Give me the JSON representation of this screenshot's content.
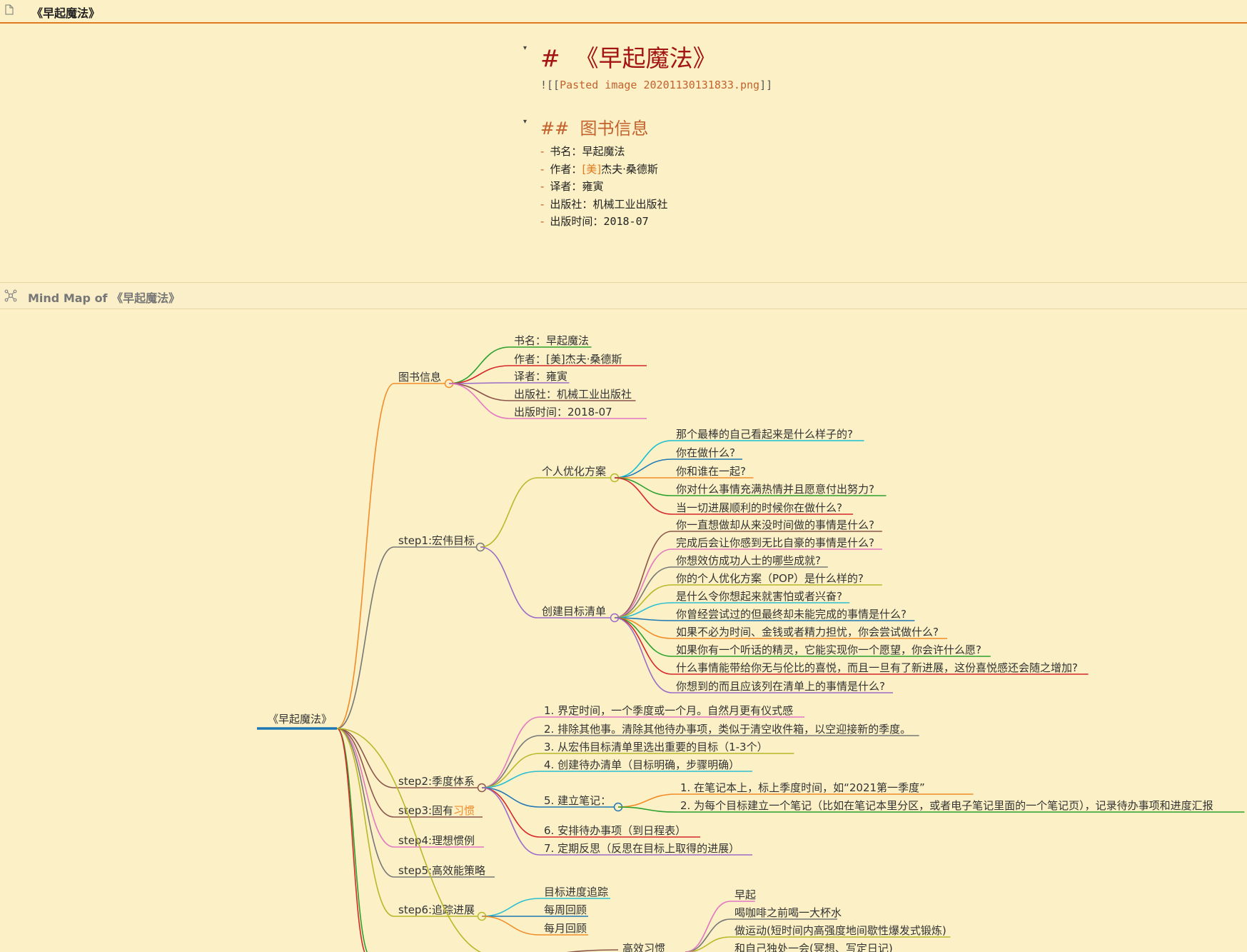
{
  "tab": {
    "title": "《早起魔法》"
  },
  "note": {
    "h1_mark": "#",
    "h1_text": "《早起魔法》",
    "embed_open": "![[",
    "embed_name": "Pasted image 20201130131833.png",
    "embed_close": "]]",
    "h2_mark": "##",
    "h2_text": "图书信息",
    "info": [
      {
        "prefix": "书名：",
        "value": "早起魔法"
      },
      {
        "prefix": "作者：",
        "bracket": "[美]",
        "value": "杰夫·桑德斯"
      },
      {
        "prefix": "译者：",
        "value": "雍寅"
      },
      {
        "prefix": "出版社：",
        "value": "机械工业出版社"
      },
      {
        "prefix": "出版时间：",
        "value": "2018-07"
      }
    ]
  },
  "mindmap_header": {
    "title": "Mind Map of 《早起魔法》"
  },
  "mindmap": {
    "root": "《早起魔法》",
    "branches": {
      "info": "图书信息",
      "step1": "step1:宏伟目标",
      "step2": "step2:季度体系",
      "step3_a": "step3:固有",
      "step3_b": "习惯",
      "step4": "step4:理想惯例",
      "step5": "step5:高效能策略",
      "step6": "step6:追踪进展"
    },
    "info_children": [
      "书名：早起魔法",
      "作者：[美]杰夫·桑德斯",
      "译者：雍寅",
      "出版社：机械工业出版社",
      "出版时间：2018-07"
    ],
    "step1_children": {
      "pop": "个人优化方案",
      "goals": "创建目标清单"
    },
    "pop_children": [
      "那个最棒的自己看起来是什么样子的?",
      "你在做什么?",
      "你和谁在一起?",
      "你对什么事情充满热情并且愿意付出努力?",
      "当一切进展顺利的时候你在做什么?"
    ],
    "goals_children": [
      "你一直想做却从来没时间做的事情是什么?",
      "完成后会让你感到无比自豪的事情是什么?",
      "你想效仿成功人士的哪些成就?",
      "你的个人优化方案（POP）是什么样的?",
      "是什么令你想起来就害怕或者兴奋?",
      "你曾经尝试过的但最终却未能完成的事情是什么?",
      "如果不必为时间、金钱或者精力担忧，你会尝试做什么?",
      "如果你有一个听话的精灵，它能实现你一个愿望，你会许什么愿?",
      "什么事情能带给你无与伦比的喜悦，而且一旦有了新进展，这份喜悦感还会随之增加?",
      "你想到的而且应该列在清单上的事情是什么?"
    ],
    "step2_children": [
      "1. 界定时间，一个季度或一个月。自然月更有仪式感",
      "2. 排除其他事。清除其他待办事项，类似于清空收件箱，以空迎接新的季度。",
      "3. 从宏伟目标清单里选出重要的目标（1-3个）",
      "4. 创建待办清单（目标明确，步骤明确）",
      "5. 建立笔记：",
      "6. 安排待办事项（到日程表）",
      "7. 定期反思（反思在目标上取得的进展）"
    ],
    "note_children": [
      "1. 在笔记本上，标上季度时间，如“2021第一季度”",
      "2. 为每个目标建立一个笔记（比如在笔记本里分区，或者电子笔记里面的一个笔记页），记录待办事项和进度汇报"
    ],
    "step6_children": [
      "目标进度追踪",
      "每周回顾",
      "每月回顾"
    ],
    "habit_label": "高效习惯",
    "habit_children": [
      "早起",
      "喝咖啡之前喝一大杯水",
      "做运动(短时间内高强度地间歇性爆发式锻炼)",
      "和自己独处一会(冥想、写定日记)"
    ],
    "colors": {
      "orange": "#f28c28",
      "gray": "#777777",
      "olive": "#b8b82a",
      "purple": "#9b6bc9",
      "cyan": "#2bbfd1",
      "blue": "#1f77b4",
      "green": "#2ca02c",
      "red": "#d62728",
      "brown": "#8c564b",
      "pink": "#e377c2",
      "teal": "#17becf",
      "root": "#1f77b4"
    }
  }
}
